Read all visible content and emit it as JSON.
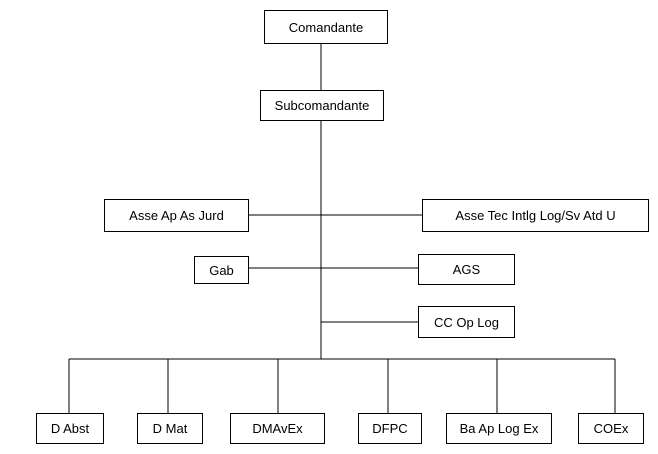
{
  "org_chart": {
    "top": "Comandante",
    "deputy": "Subcomandante",
    "staff_left": [
      "Asse Ap As Jurd",
      "Gab"
    ],
    "staff_right": [
      "Asse Tec Intlg Log/Sv Atd U",
      "AGS",
      "CC Op Log"
    ],
    "divisions": [
      "D Abst",
      "D Mat",
      "DMAvEx",
      "DFPC",
      "Ba Ap Log Ex",
      "COEx"
    ]
  }
}
